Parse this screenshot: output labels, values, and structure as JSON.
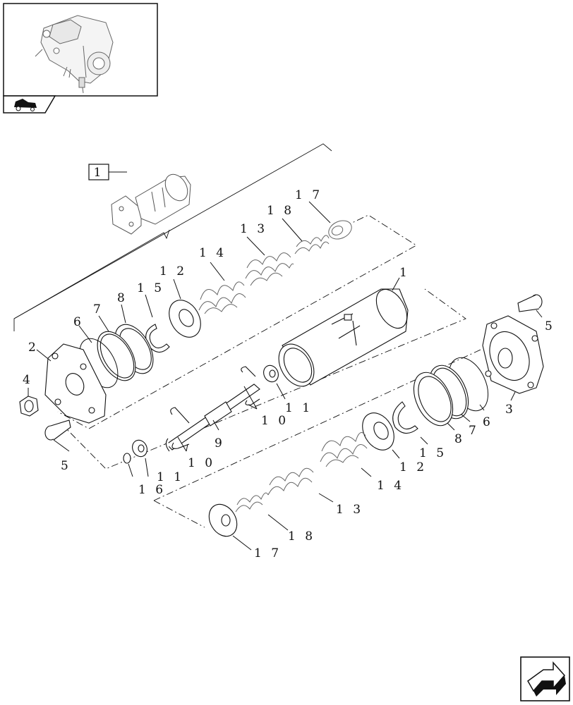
{
  "reference_box_label": "1",
  "callouts": {
    "c1_top": "1 7",
    "c18_top": "1 8",
    "c13_top": "1 3",
    "c14_top": "1 4",
    "c12_top": "1 2",
    "c15_top": "1 5",
    "c8_top": "8",
    "c7_top": "7",
    "c6_left": "6",
    "c2": "2",
    "c4": "4",
    "c5_left": "5",
    "c1_cyl": "1",
    "c5_right": "5",
    "c3": "3",
    "c6_right": "6",
    "c7_right": "7",
    "c8_right": "8",
    "c15_right": "1 5",
    "c12_right": "1 2",
    "c14_bottom": "1 4",
    "c13_bottom": "1 3",
    "c18_bottom": "1 8",
    "c17_bottom": "1 7",
    "c9": "9",
    "c10_mid": "1 0",
    "c11_mid": "1 1",
    "c10_low": "1 0",
    "c11_low": "1 1",
    "c16": "1 6"
  },
  "icons": [
    "thumbnail-pump-assembly",
    "tractor-group-icon",
    "next-page-arrow-icon"
  ]
}
